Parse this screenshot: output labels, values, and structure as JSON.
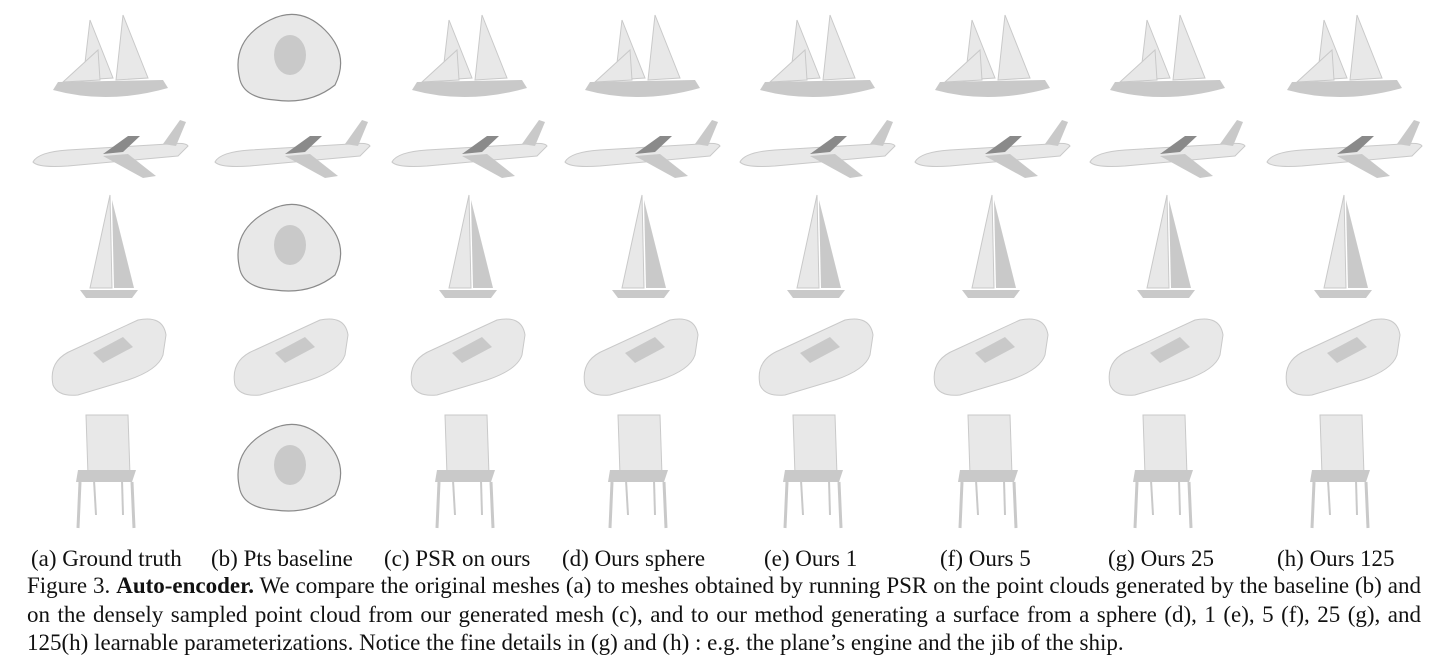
{
  "figure": {
    "column_labels": [
      "(a) Ground truth",
      "(b) Pts baseline",
      "(c) PSR on ours",
      "(d) Ours sphere",
      "(e) Ours 1",
      "(f) Ours 5",
      "(g) Ours 25",
      "(h) Ours 125"
    ],
    "row_objects": [
      "ship",
      "airplane",
      "sailboat",
      "car",
      "chair"
    ],
    "caption": {
      "prefix": "Figure 3.",
      "title": "Auto-encoder.",
      "body": "We compare the original meshes (a) to meshes obtained by running PSR on the point clouds generated by the baseline (b) and on the densely sampled point cloud from our generated mesh (c), and to our method generating a surface from a sphere (d), 1 (e), 5 (f), 25 (g), and 125(h) learnable parameterizations. Notice the fine details in (g) and (h) : e.g. the plane’s engine and the jib of the ship."
    },
    "colors": {
      "mesh_light": "#e8e8e8",
      "mesh_mid": "#c9c9c9",
      "mesh_dark": "#8a8a8a"
    }
  }
}
